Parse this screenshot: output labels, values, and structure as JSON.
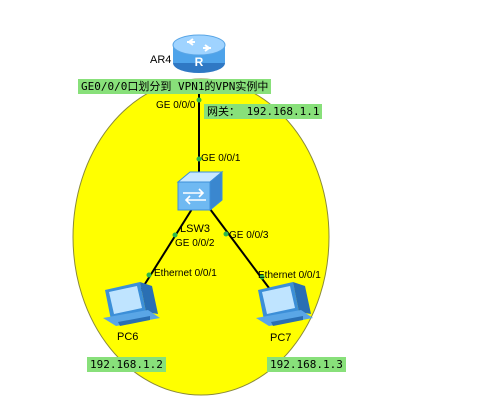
{
  "router": {
    "name": "AR4",
    "port_down": "GE 0/0/0"
  },
  "switch": {
    "name": "LSW3",
    "port_up": "GE 0/0/1",
    "port_pc6": "GE 0/0/2",
    "port_pc7": "GE 0/0/3"
  },
  "pc6": {
    "name": "PC6",
    "port": "Ethernet 0/0/1",
    "ip": "192.168.1.2"
  },
  "pc7": {
    "name": "PC7",
    "port": "Ethernet 0/0/1",
    "ip": "192.168.1.3"
  },
  "notes": {
    "vpn_binding": "GE0/0/0口划分到 VPN1的VPN实例中",
    "gateway": "网关： 192.168.1.1"
  },
  "colors": {
    "zone_fill": "#ffff00",
    "zone_stroke": "#8a8a3a",
    "tag_bg": "#88e07a",
    "port_dot": "#2db84a",
    "device_blue": "#3c8fd8"
  }
}
